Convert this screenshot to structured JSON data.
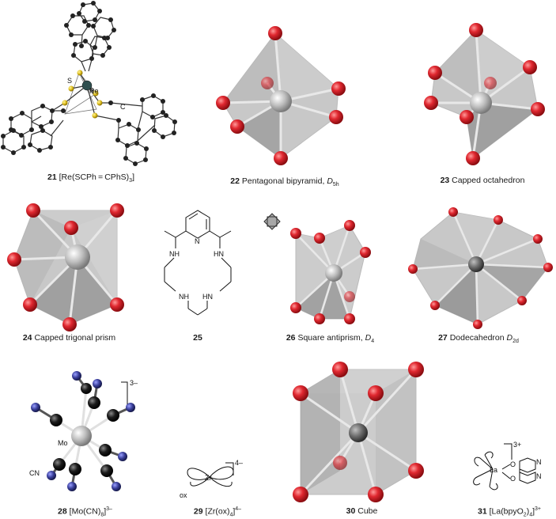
{
  "figures": [
    {
      "num": "21",
      "text": "[Re(SCPh = CPhS)",
      "sub": "3",
      "sup": "",
      "tail": "]",
      "labels": {
        "s": "S",
        "re": "Re",
        "c": "C"
      }
    },
    {
      "num": "22",
      "text": "Pentagonal bipyramid, ",
      "italic": "D",
      "isub": "5h"
    },
    {
      "num": "23",
      "text": "Capped octahedron"
    },
    {
      "num": "24",
      "text": "Capped trigonal prism"
    },
    {
      "num": "25",
      "text": "",
      "labels": {
        "n": "N",
        "nh1": "NH",
        "nh2": "HN",
        "nh3": "NH",
        "nh4": "HN"
      }
    },
    {
      "num": "26",
      "text": "Square antiprism, ",
      "italic": "D",
      "isub": "4"
    },
    {
      "num": "27",
      "text": "Dodecahedron ",
      "italic": "D",
      "isub": "2d"
    },
    {
      "num": "28",
      "text": "[Mo(CN)",
      "sub": "8",
      "sup": "3–",
      "tail": "]",
      "labels": {
        "mo": "Mo",
        "cn": "CN",
        "charge": "3–"
      }
    },
    {
      "num": "29",
      "text": "[Zr(ox)",
      "sub": "4",
      "sup": "4–",
      "tail": "]",
      "labels": {
        "zr": "Zr",
        "ox": "ox",
        "charge": "4–"
      }
    },
    {
      "num": "30",
      "text": "Cube"
    },
    {
      "num": "31",
      "text": "[La(bpyO",
      "sub": "2",
      "sup": "3+",
      "tail": ")4]",
      "labels": {
        "la": "La",
        "charge": "3+"
      }
    }
  ],
  "colors": {
    "oxygen": "#d8202a",
    "metal": "#c8c8c8",
    "polyhedron": "#9a9a9a",
    "nitrogen": "#3a3f9a",
    "carbon": "#111111",
    "sulfur": "#e0c020"
  }
}
